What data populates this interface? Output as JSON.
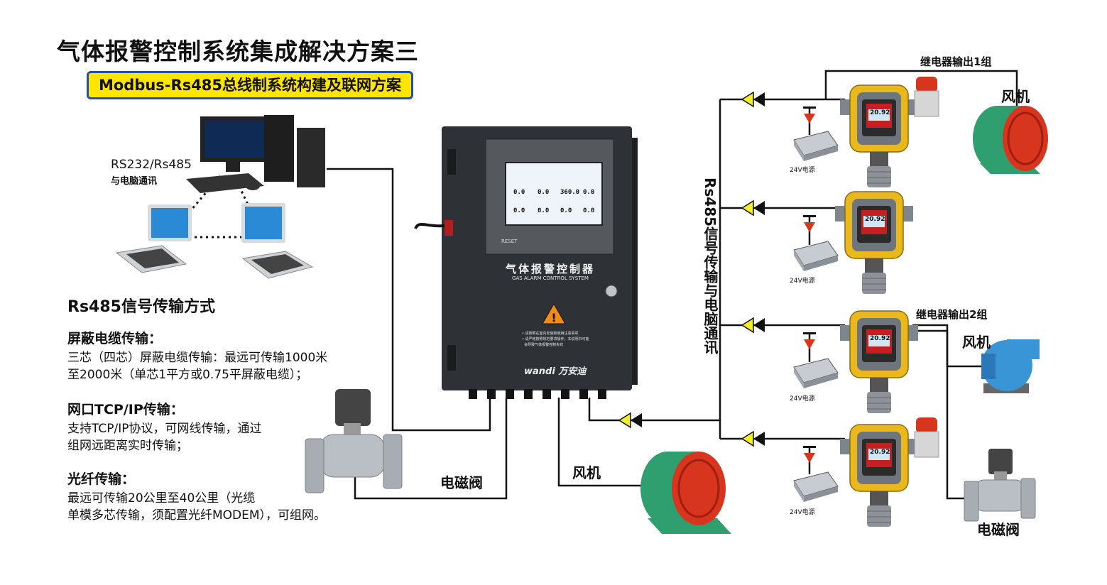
{
  "title": "气体报警控制系统集成解决方案三",
  "subtitle": "Modbus-Rs485总线制系统构建及联网方案",
  "pc_comm_label": [
    "RS232/Rs485",
    "与电脑通讯"
  ],
  "transmission": {
    "heading": "Rs485信号传输方式",
    "sections": [
      {
        "heading": "屏蔽电缆传输：",
        "lines": [
          "三芯（四芯）屏蔽电缆传输：最远可传输1000米",
          "至2000米（单芯1平方或0.75平屏蔽电缆）；"
        ]
      },
      {
        "heading": "网口TCP/IP传输：",
        "lines": [
          "支持TCP/IP协议，可网线传输，通过",
          "组网远距离实时传输；"
        ]
      },
      {
        "heading": "光纤传输：",
        "lines": [
          "最远可传输20公里至40公里（光缆",
          "单模多芯传输，须配置光纤MODEM），可组网。"
        ]
      }
    ]
  },
  "controller": {
    "name_cn": "气体报警控制器",
    "name_en": "GAS ALARM CONTROL SYSTEM",
    "brand": "wandi 万安迪",
    "reset_label": "RESET",
    "warning_lines": [
      "• 请按照在室内安装和使用注意事项",
      "• 请严格按照规范要求操作，本说明书可能",
      "  会导致气体报警控制失效"
    ],
    "screen_values": [
      "0.0",
      "0.0",
      "360.0",
      "0.0",
      "0.0",
      "0.0",
      "0.0",
      "0.0"
    ]
  },
  "bus_label": "Rs485信号传输与电脑通讯",
  "relay_labels": [
    "继电器输出1组",
    "继电器输出2组"
  ],
  "fan_label": "风机",
  "valve_label": "电磁阀",
  "power_label": "24V电源",
  "detector_reading": "20.92",
  "colors": {
    "title_box_bg": "#ffe600",
    "title_box_border": "#1f4fb3",
    "arrow_fill": "#f5ee2a",
    "fan_red": "#d8351f",
    "fan_green": "#2f9f70",
    "detector_yellow": "#e9b81c"
  }
}
